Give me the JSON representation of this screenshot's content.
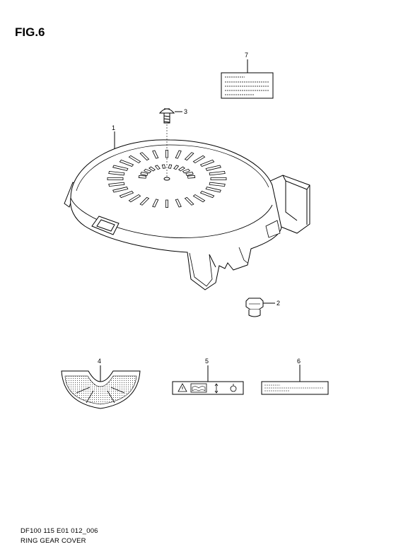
{
  "figure": {
    "title": "FIG.6"
  },
  "footer": {
    "code": "DF100 115 E01 012_006",
    "caption": "RING GEAR COVER"
  },
  "callouts": {
    "c1": "1",
    "c2": "2",
    "c3": "3",
    "c4": "4",
    "c5": "5",
    "c6": "6",
    "c7": "7"
  }
}
